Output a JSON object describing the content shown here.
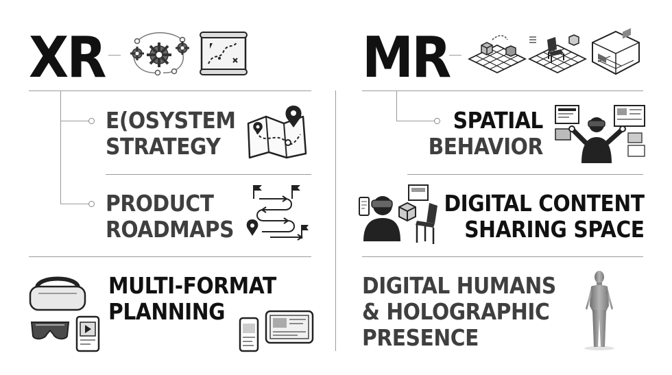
{
  "left": {
    "heading": "XR",
    "items": [
      {
        "line1": "E(OSYSTEM",
        "line2": "STRATEGY"
      },
      {
        "line1": "PRODUCT",
        "line2": "ROADMAPS"
      },
      {
        "line1": "MULTI-FORMAT",
        "line2": "PLANNING"
      }
    ]
  },
  "right": {
    "heading": "MR",
    "items": [
      {
        "line1": "SPATIAL",
        "line2": "BEHAVIOR"
      },
      {
        "line1": "DIGITAL CONTENT",
        "line2": "SHARING SPACE"
      },
      {
        "line1": "DIGITAL HUMANS",
        "line2": "& HOLOGRAPHIC",
        "line3": "PRESENCE"
      }
    ]
  },
  "icons": [
    "gears-network-icon",
    "strategy-map-icon",
    "location-map-icon",
    "roadmap-flags-icon",
    "vr-headset-icon",
    "ar-glasses-icon",
    "tablet-video-icon",
    "phone-icon",
    "laptop-icon",
    "iso-grid-cubes-icon",
    "iso-chair-cube-icon",
    "iso-room-icon",
    "vr-user-screens-icon",
    "vr-user-chair-icon",
    "hologram-human-icon"
  ]
}
